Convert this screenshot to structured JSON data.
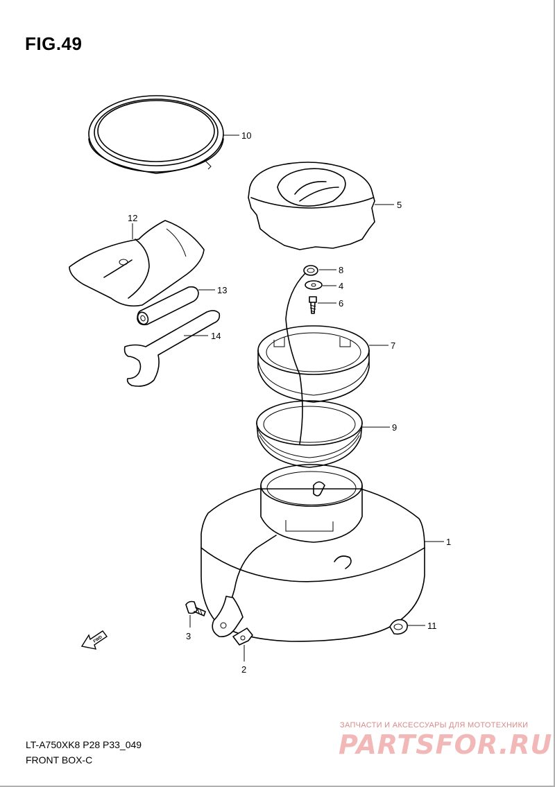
{
  "figure_title": "FIG.49",
  "callouts": {
    "p1": "1",
    "p2": "2",
    "p3": "3",
    "p4": "4",
    "p5": "5",
    "p6": "6",
    "p7": "7",
    "p8": "8",
    "p9": "9",
    "p10": "10",
    "p11": "11",
    "p12": "12",
    "p13": "13",
    "p14": "14"
  },
  "fwd_label": "FWD",
  "footer": {
    "model_code": "LT-A750XK8 P28 P33_049",
    "section_name": "FRONT BOX-C"
  },
  "watermark": {
    "tagline": "ЗАПЧАСТИ И АКСЕССУАРЫ ДЛЯ МОТОТЕХНИКИ",
    "brand": "PARTSFOR.RU"
  }
}
